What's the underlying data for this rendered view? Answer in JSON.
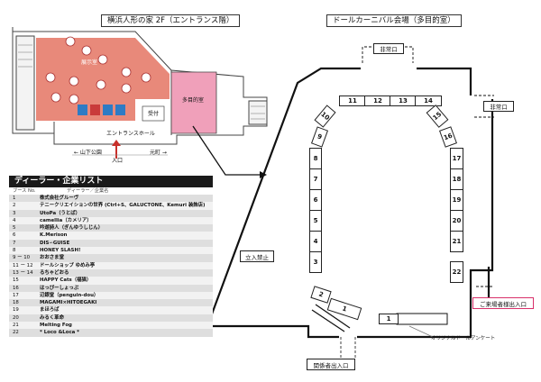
{
  "left_map": {
    "title": "横浜人形の家 2F（エントランス階）",
    "labels": {
      "exhibit_room": "展示室",
      "reception": "受付",
      "multipurpose_room": "多目的室",
      "entrance_hall": "エントランスホール",
      "yamashita_park": "← 山下公園",
      "entrance": "入口",
      "motomachi": "元町 →"
    }
  },
  "right_map": {
    "title": "ドールカーニバル会場（多目的室）",
    "labels": {
      "emergency_exit_top": "非常口",
      "emergency_exit_right": "非常口",
      "no_entry": "立入禁止",
      "visitor_entrance": "ご来場者様出入口",
      "staff_entrance": "関係者出入口",
      "survey": "オリジナルドールアンケート"
    },
    "booth_numbers": {
      "top_row": [
        "11",
        "12",
        "13",
        "14"
      ],
      "left_diag": [
        "9",
        "10"
      ],
      "right_diag": [
        "15",
        "16"
      ],
      "col_a": [
        "8",
        "7",
        "6",
        "5",
        "4",
        "3"
      ],
      "col_b": [
        "17",
        "18",
        "19",
        "20",
        "21",
        "22"
      ],
      "bottom_left": [
        "2",
        "1"
      ],
      "bottom_survey": "1"
    }
  },
  "dealers": {
    "title": "ディーラー・企業リスト",
    "header_no": "ブース No.",
    "header_name": "ディーラー／企業名",
    "rows": [
      {
        "no": "1",
        "name": "株式会社グルーヴ"
      },
      {
        "no": "2",
        "name": "テニークリエイションの世界 (Ctrl+S、GALUCTONE、Kemuri 装飾店)"
      },
      {
        "no": "3",
        "name": "UtoPa（うとぱ）"
      },
      {
        "no": "4",
        "name": "camellia（カメリア）"
      },
      {
        "no": "5",
        "name": "吟遊詩人（ぎんゆうしじん）"
      },
      {
        "no": "6",
        "name": "K.Merison"
      },
      {
        "no": "7",
        "name": "DIS∽GUISE"
      },
      {
        "no": "8",
        "name": "HONEY SLASH!"
      },
      {
        "no": "9 ー 10",
        "name": "おおさま堂"
      },
      {
        "no": "11 ー 12",
        "name": "ドールショップ ゆめみ亭"
      },
      {
        "no": "13 ー 14",
        "name": "るちゃどおる"
      },
      {
        "no": "15",
        "name": "HAPPY Cats（福猫）"
      },
      {
        "no": "16",
        "name": "はっぴーしょっぷ"
      },
      {
        "no": "17",
        "name": "辺銀堂（penguin-dou）"
      },
      {
        "no": "18",
        "name": "MAGAMI×HITOEGAKI"
      },
      {
        "no": "19",
        "name": "まほろば"
      },
      {
        "no": "20",
        "name": "みるく革命"
      },
      {
        "no": "21",
        "name": "Melting Fog"
      },
      {
        "no": "22",
        "name": "* Loco &Loca *"
      }
    ]
  },
  "colors": {
    "exhibit_fill": "#e8897a",
    "multipurpose_fill": "#f0a0ba",
    "visitor_border": "#d8306a"
  }
}
